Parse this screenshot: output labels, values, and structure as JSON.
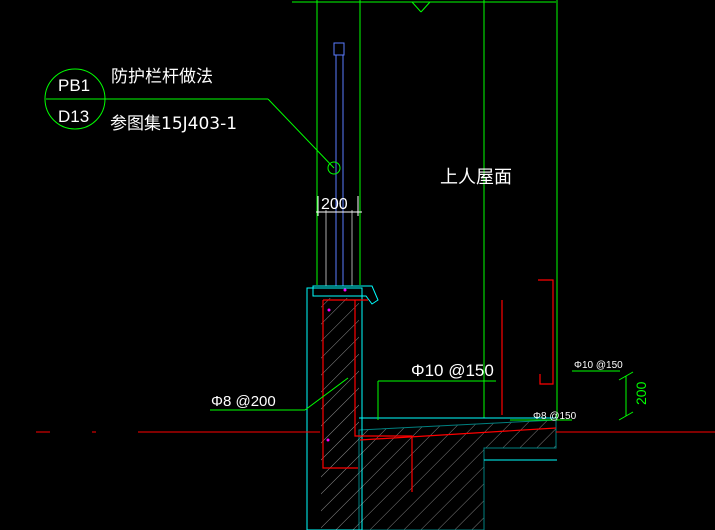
{
  "callout": {
    "circle_top": "PB1",
    "circle_bottom": "D13",
    "title": "防护栏杆做法",
    "reference": "参图集15J403-1"
  },
  "dimensions": {
    "rail_width": "200",
    "right_height": "200"
  },
  "labels": {
    "roof": "上人屋面",
    "rebar_slab_top": "Φ10 @150",
    "rebar_parapet": "Φ8 @200",
    "rebar_right_top": "Φ10 @150",
    "rebar_right_bottom": "Φ8 @150"
  },
  "colors": {
    "background": "#000000",
    "linework": "#00ff00",
    "cyan": "#00ffff",
    "rebar": "#ff0000",
    "text": "#ffffff",
    "rail": "#5a7bff"
  }
}
